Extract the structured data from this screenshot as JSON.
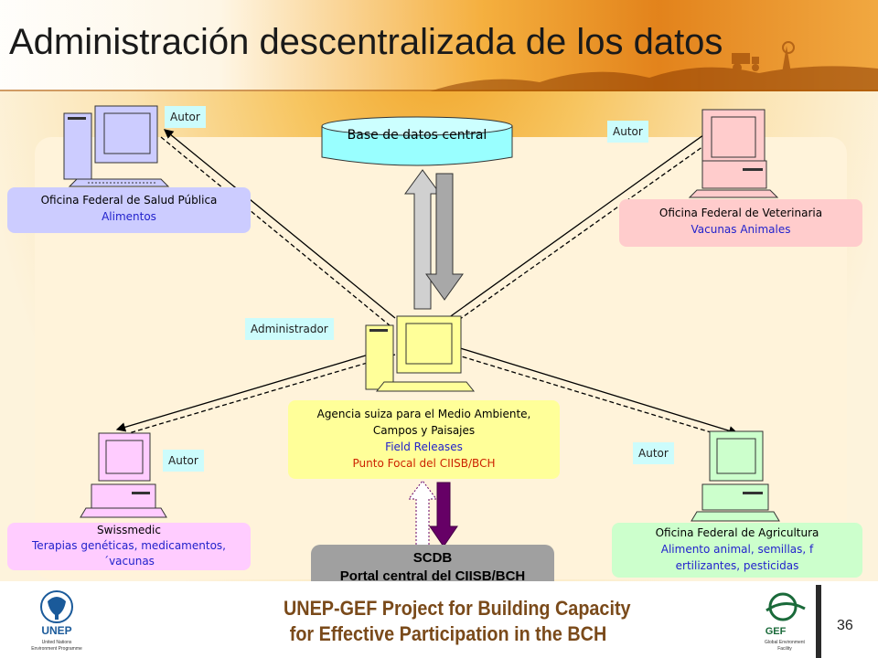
{
  "title": "Administración descentralizada de los datos",
  "database": "Base de datos central",
  "tags": {
    "autor": "Autor",
    "administrador": "Administrador"
  },
  "nodes": {
    "salud": {
      "line1": "Oficina Federal de Salud Pública",
      "line2": "Alimentos"
    },
    "veterinaria": {
      "line1": "Oficina Federal de Veterinaria",
      "line2": "Vacunas Animales"
    },
    "agencia": {
      "line1": "Agencia suiza para el Medio Ambiente,",
      "line2": "Campos y Paisajes",
      "line3": "Field Releases",
      "line4": "Punto Focal del CIISB/BCH"
    },
    "swissmedic": {
      "line1": "Swissmedic",
      "line2": "Terapias genéticas, medicamentos,",
      "line3": "´vacunas"
    },
    "agricultura": {
      "line1": "Oficina Federal de Agricultura",
      "line2": "Alimento animal, semillas, f",
      "line3": "ertilizantes, pesticidas"
    }
  },
  "scdb": {
    "line1": "SCDB",
    "line2": "Portal central del CIISB/BCH"
  },
  "footer": {
    "line1": "UNEP-GEF Project for Building Capacity",
    "line2": "for Effective Participation in the BCH",
    "unep_name": "UNEP",
    "unep_sub1": "United Nations",
    "unep_sub2": "Environment Programme",
    "gef_name": "GEF",
    "gef_sub1": "Global Environment",
    "gef_sub2": "Facility"
  },
  "page_number": "36",
  "colors": {
    "salud": "#ccccff",
    "veterinaria": "#ffcccc",
    "agencia": "#ffff99",
    "swissmedic": "#ffccff",
    "agricultura": "#ccffcc",
    "tag": "#ccfcfc",
    "purple_arrow": "#660066"
  }
}
